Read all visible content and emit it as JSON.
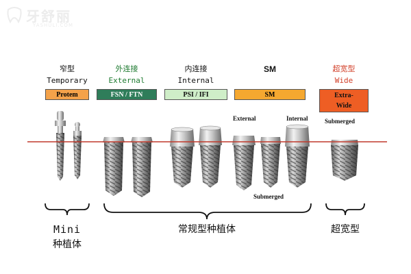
{
  "headers": {
    "temporary": {
      "zh": "窄型",
      "en": "Temporary"
    },
    "external": {
      "zh": "外连接",
      "en": "External"
    },
    "internal": {
      "zh": "内连接",
      "en": "Internal"
    },
    "sm": {
      "zh": "",
      "en": "SM"
    },
    "wide": {
      "zh": "超宽型",
      "en": "Wide"
    }
  },
  "categories": {
    "protem": "Protem",
    "fsn_ftn": "FSN / FTN",
    "psi_ifi": "PSI / IFI",
    "sm": "SM",
    "extra_wide_line1": "Extra-",
    "extra_wide_line2": "Wide"
  },
  "labels": {
    "sm_external": "External",
    "sm_internal": "Internal",
    "submerged_wide": "Submerged",
    "submerged_sm": "Submerged"
  },
  "groups": {
    "mini_line1": "Mini",
    "mini_line2": "种植体",
    "regular": "常规型种植体",
    "wide": "超宽型"
  },
  "colors": {
    "reference_line": "#c0392b",
    "protem_box": "#f4a24a",
    "fsn_box": "#2f7d5a",
    "psi_box": "#cfeec8",
    "sm_box": "#f5a830",
    "extra_wide_box": "#ee5e24"
  },
  "watermark": {
    "main": "牙舒丽",
    "sub": "YASHULI.COM"
  }
}
